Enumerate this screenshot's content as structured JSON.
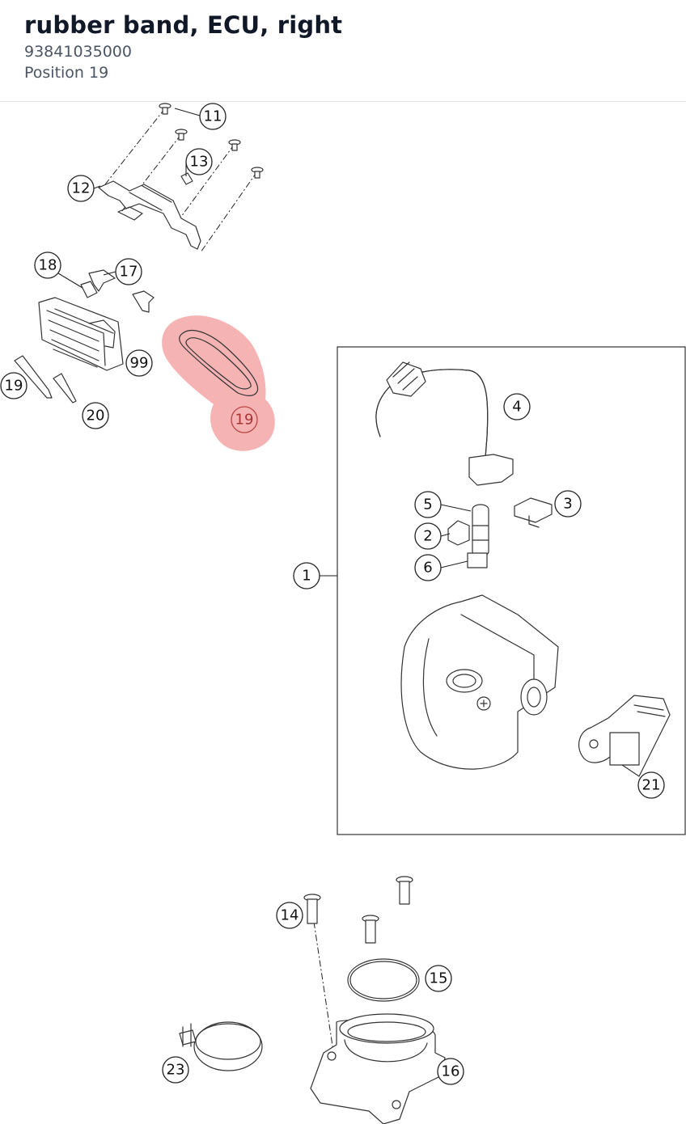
{
  "part": {
    "title": "rubber band, ECU, right",
    "number": "93841035000",
    "position_label": "Position 19"
  },
  "diagram": {
    "highlight_color": "#f08080",
    "callouts": {
      "c11": "11",
      "c12": "12",
      "c13": "13",
      "c18": "18",
      "c17": "17",
      "c99": "99",
      "c19a": "19",
      "c20": "20",
      "c19b": "19",
      "c4": "4",
      "c5": "5",
      "c3": "3",
      "c2": "2",
      "c6": "6",
      "c1": "1",
      "c21": "21",
      "c14": "14",
      "c15": "15",
      "c23": "23",
      "c16": "16"
    }
  }
}
